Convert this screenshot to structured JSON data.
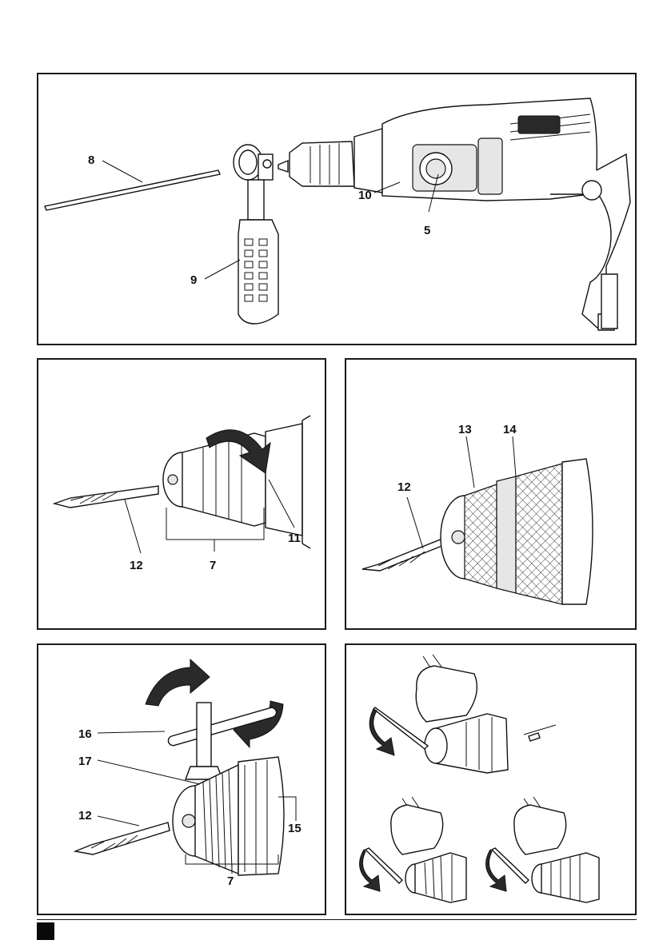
{
  "figures": {
    "fig_a": {
      "callouts": [
        "8",
        "9",
        "10",
        "5"
      ]
    },
    "fig_b": {
      "callouts": [
        "11",
        "12",
        "7"
      ]
    },
    "fig_c": {
      "callouts": [
        "13",
        "14",
        "12"
      ]
    },
    "fig_d": {
      "callouts": [
        "16",
        "17",
        "12",
        "15",
        "7"
      ]
    },
    "fig_e": {
      "callouts": []
    }
  }
}
